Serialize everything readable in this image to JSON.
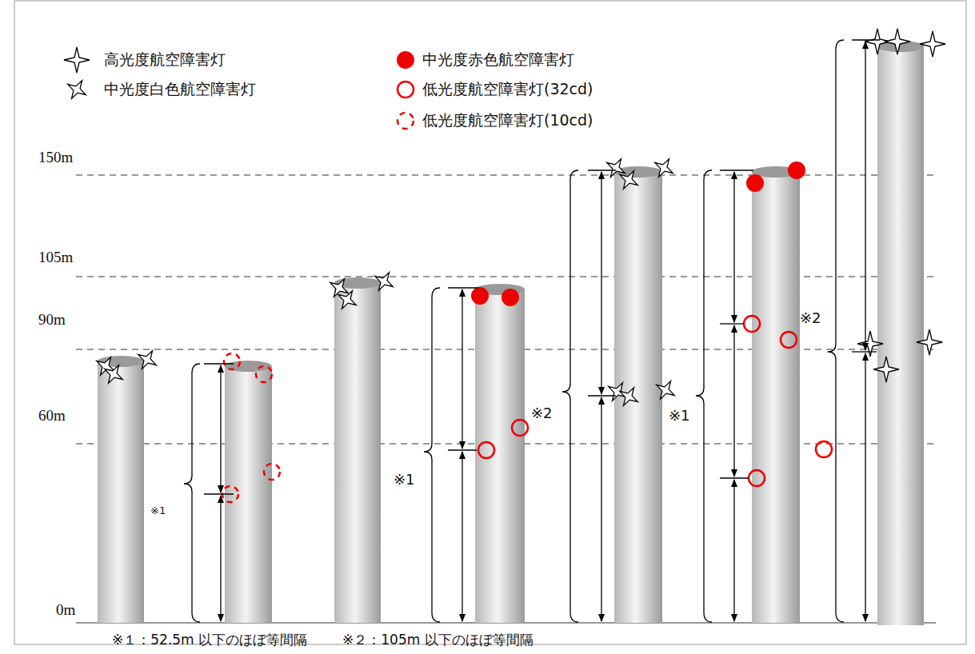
{
  "diagram": {
    "labels": [
      "150m",
      "105m",
      "90m",
      "60m",
      "0m",
      "※1",
      "※1",
      "※2",
      "※1",
      "※2",
      "※１：52.5m 以下のほぼ等間隔",
      "※２：105m 以下のほぼ等間隔"
    ],
    "legend": [
      {
        "text": "高光度航空障害灯"
      },
      {
        "text": "中光度白色航空障害灯"
      },
      {
        "text": "中光度赤色航空障害灯"
      },
      {
        "text": "低光度航空障害灯(32cd)"
      },
      {
        "text": "低光度航空障害灯(10cd)"
      }
    ]
  }
}
